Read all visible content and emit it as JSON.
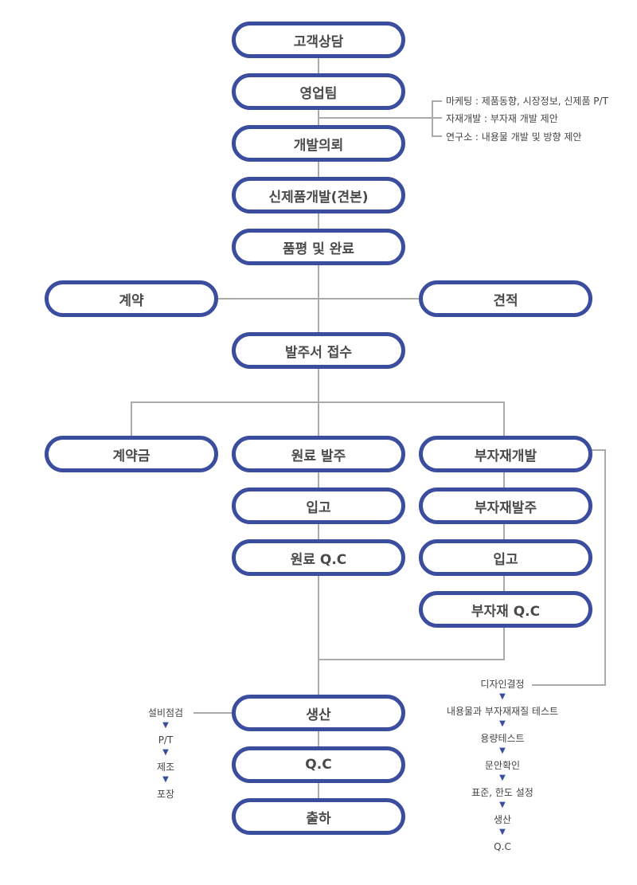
{
  "nodes": {
    "consult": "고객상담",
    "sales": "영업팀",
    "dev_request": "개발의뢰",
    "new_product": "신제품개발(견본)",
    "evaluation": "품평 및 완료",
    "contract": "계약",
    "estimate": "견적",
    "order_receipt": "발주서 접수",
    "deposit": "계약금",
    "raw_order": "원료 발주",
    "sub_dev": "부자재개발",
    "raw_in": "입고",
    "sub_order": "부자재발주",
    "raw_qc": "원료 Q.C",
    "sub_in": "입고",
    "sub_qc": "부자재 Q.C",
    "production": "생산",
    "qc": "Q.C",
    "shipping": "출하"
  },
  "sales_notes": [
    "마케팅 : 제품동향, 시장정보, 신제품 P/T",
    "자재개발 : 부자재 개발 제안",
    "연구소 : 내용물 개발 및 방향 제안"
  ],
  "production_steps": [
    "설비점검",
    "P/T",
    "제조",
    "포장"
  ],
  "subsidiary_steps": [
    "디자인결정",
    "내용물과 부자재재질 테스트",
    "용량테스트",
    "문안확인",
    "표준, 한도 설정",
    "생산",
    "Q.C"
  ],
  "arrow_glyph": "▼",
  "colors": {
    "border": "#3a4d9f",
    "line": "#aaaaaa",
    "text": "#4a4a4a"
  }
}
